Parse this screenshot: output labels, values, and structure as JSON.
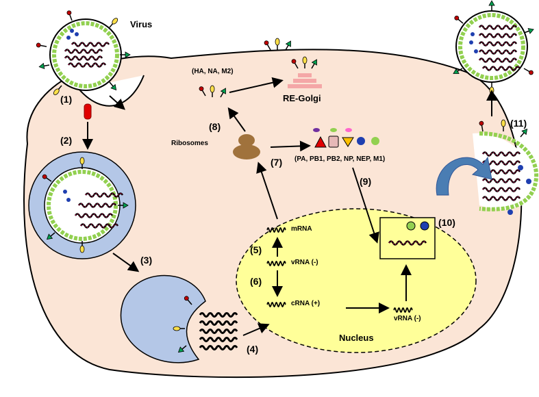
{
  "labels": {
    "virus": "Virus",
    "golgi": "RE-Golgi",
    "golgi_proteins": "(HA, NA, M2)",
    "ribosomes": "Ribosomes",
    "proteins": "(PA, PB1, PB2, NP, NEP, M1)",
    "nucleus": "Nucleus",
    "mrna": "mRNA",
    "vrna_neg": "vRNA (-)",
    "crna_pos": "cRNA (+)",
    "vrna_neg2": "vRNA (-)"
  },
  "steps": [
    "(1)",
    "(2)",
    "(3)",
    "(4)",
    "(5)",
    "(6)",
    "(7)",
    "(8)",
    "(9)",
    "(10)",
    "(11)"
  ],
  "colors": {
    "cell": "#fbe5d6",
    "nucleus": "#ffff99",
    "endosome": "#b4c7e7",
    "envelope_beads": "#92d050",
    "rna": "#c0004a",
    "golgi": "#f4a7a7",
    "ribosome": "#a0723c",
    "arrow_blue": "#4a7db3"
  },
  "icons": [
    "virus-particle-icon",
    "endosome-icon",
    "ribosome-icon",
    "golgi-icon",
    "rna-strand-icon",
    "protein-shapes-icon"
  ]
}
